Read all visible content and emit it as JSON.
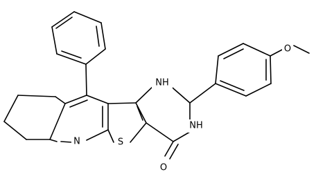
{
  "atom_labels": {
    "pyridine_n": "N",
    "thiophene_s": "S",
    "amine_nh_top": "NH",
    "amine_nh_bottom": "NH",
    "carbonyl_o": "O",
    "methoxy_o": "O"
  },
  "colors": {
    "bond": "#000000",
    "label": "#000000",
    "background": "#ffffff"
  }
}
